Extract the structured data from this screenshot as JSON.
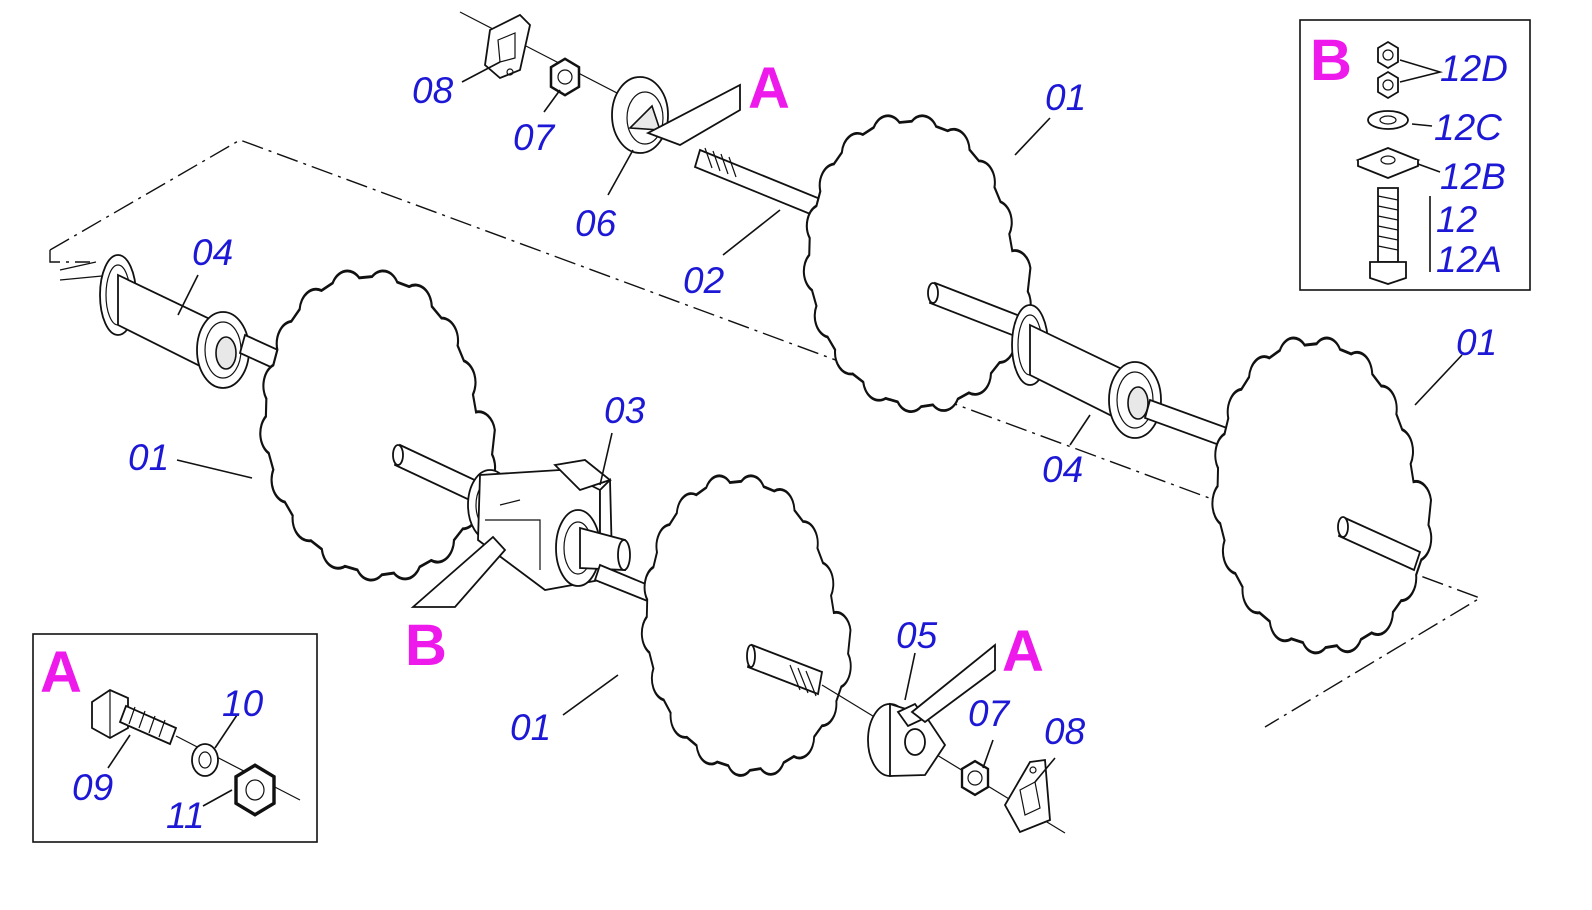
{
  "callouts": {
    "top_08": "08",
    "top_07": "07",
    "top_06": "06",
    "top_A": "A",
    "top_01": "01",
    "shaft_02": "02",
    "spool_04_left": "04",
    "disc_01_left": "01",
    "bearing_03": "03",
    "right_01": "01",
    "spool_04_right": "04",
    "bearing_B": "B",
    "bottom_01": "01",
    "bottom_05": "05",
    "bottom_A": "A",
    "bottom_07": "07",
    "bottom_08": "08"
  },
  "detail_a": {
    "title": "A",
    "labels": {
      "bolt": "09",
      "washer": "10",
      "nut": "11"
    }
  },
  "detail_b": {
    "title": "B",
    "labels": {
      "nuts": "12D",
      "washer": "12C",
      "plate": "12B",
      "bolt": "12",
      "bolt_alt": "12A"
    }
  },
  "colors": {
    "part_number": "#1d18d6",
    "detail_letter": "#ee1aec",
    "line": "#111111"
  }
}
